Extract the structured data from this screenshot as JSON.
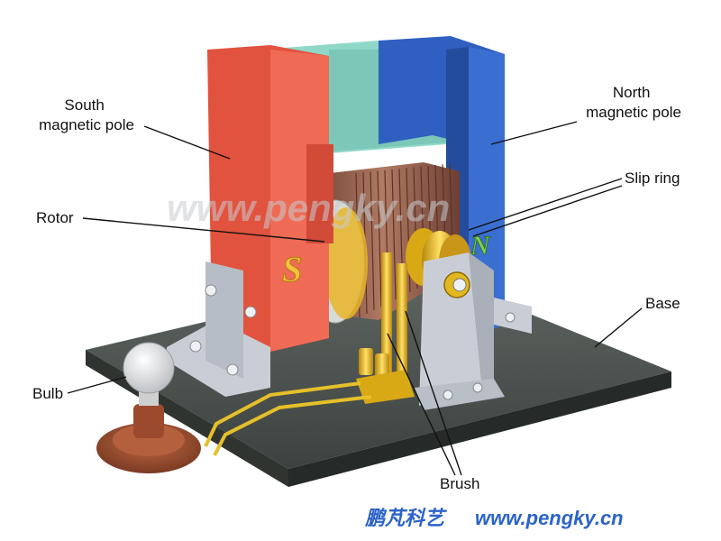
{
  "labels": {
    "south_pole": [
      "South",
      "magnetic pole"
    ],
    "north_pole": [
      "North",
      "magnetic pole"
    ],
    "slip_ring": "Slip ring",
    "rotor": "Rotor",
    "base": "Base",
    "bulb": "Bulb",
    "brush": "Brush"
  },
  "pole_letters": {
    "south": "S",
    "north": "N"
  },
  "watermark": {
    "center": "www.pengky.cn",
    "footer_cn": "鹏芃科艺",
    "footer_url": "www.pengky.cn"
  },
  "colors": {
    "south_pole": "#e2533f",
    "north_pole": "#2f5fc0",
    "yoke": "#8fd8c8",
    "base": "#545a56",
    "rotor_face": "#d9dcd6",
    "coil": "#8a5a4a",
    "brass": "#e2b820",
    "bracket": "#c9ced6",
    "bulb_base": "#9b4a2e",
    "footer_text": "#2b63c8"
  }
}
